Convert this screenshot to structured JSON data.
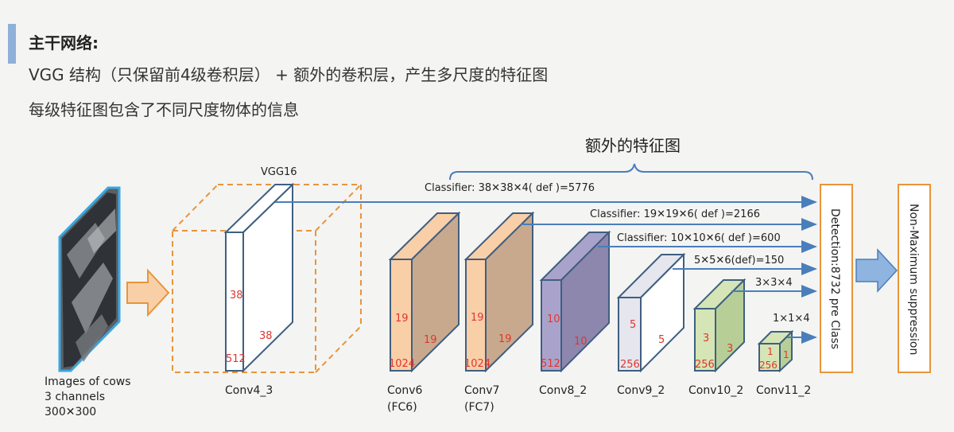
{
  "heading": "主干网络:",
  "line1": "VGG 结构（只保留前4级卷积层） + 额外的卷积层，产生多尺度的特征图",
  "line2": "每级特征图包含了不同尺度物体的信息",
  "extra_title": "额外的特征图",
  "input": {
    "line1": "Images of cows",
    "line2": "3 channels",
    "line3": "300✕300"
  },
  "vgg_label": "VGG16",
  "layers": {
    "conv4_3": {
      "name": "Conv4_3",
      "h": "38",
      "w": "38",
      "c": "512"
    },
    "conv6": {
      "name": "Conv6",
      "sub": "(FC6)",
      "h": "19",
      "w": "19",
      "c": "1024"
    },
    "conv7": {
      "name": "Conv7",
      "sub": "(FC7)",
      "h": "19",
      "w": "19",
      "c": "1024"
    },
    "conv8_2": {
      "name": "Conv8_2",
      "h": "10",
      "w": "10",
      "c": "512"
    },
    "conv9_2": {
      "name": "Conv9_2",
      "h": "5",
      "w": "5",
      "c": "256"
    },
    "conv10_2": {
      "name": "Conv10_2",
      "h": "3",
      "w": "3",
      "c": "256"
    },
    "conv11_2": {
      "name": "Conv11_2",
      "h": "1",
      "w": "1",
      "c": "256"
    }
  },
  "classifiers": [
    "Classifier: 38✕38✕4( def )=5776",
    "Classifier: 19✕19✕6( def )=2166",
    "Classifier: 10✕10✕6( def )=600",
    "5✕5✕6(def)=150",
    "3×3×4",
    "1×1×4"
  ],
  "detection": "Detection:8732 pre Class",
  "nms": "Non-Maximum suppression",
  "colors": {
    "arrow": "#4a7ebb",
    "orange": "#e8953a",
    "conv6_front": "#f9cfa8",
    "conv6_side": "#c9a98e",
    "conv8_front": "#a9a3cc",
    "conv8_side": "#8d86ad",
    "conv9_front": "#e6e6ee",
    "conv10_front": "#d5e5b5",
    "conv10_side": "#b7cf97",
    "box_stroke": "#3f5f80"
  }
}
